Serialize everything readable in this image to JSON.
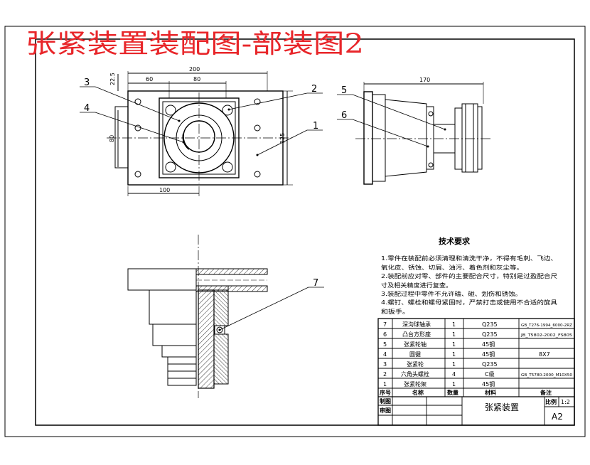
{
  "title": "张紧装置装配图-部装图2",
  "dimensions": {
    "d200": "200",
    "d60": "60",
    "d80": "80",
    "d22_5": "22.5",
    "d80v": "80",
    "d125": "125",
    "d100": "100",
    "d170": "170"
  },
  "callouts": {
    "c1": "1",
    "c2": "2",
    "c3": "3",
    "c4": "4",
    "c5": "5",
    "c6": "6",
    "c7": "7"
  },
  "tech_requirements": {
    "heading": "技术要求",
    "lines": [
      "1.零件在装配前必须清理和清洗干净，不得有毛刺、飞边、",
      "氧化皮、锈蚀、切屑、油污、着色剂和灰尘等。",
      "2.装配前应对零、部件的主要配合尺寸，特别是过盈配合尺",
      "寸及相关精度进行复查。",
      "3.装配过程中零件不允许磕、碰、划伤和锈蚀。",
      "4.螺钉、螺栓和螺母紧固时，严禁打击或使用不合适的旋具",
      "和扳手。"
    ]
  },
  "bom": {
    "rows": [
      {
        "no": "7",
        "name": "深沟球轴承",
        "qty": "1",
        "material": "Q235",
        "note": "GB_T276-1994_6000-2RZ"
      },
      {
        "no": "6",
        "name": "凸台方形座",
        "qty": "1",
        "material": "Q235",
        "note": "JB_T5802-2002_FS805"
      },
      {
        "no": "5",
        "name": "张紧轮轴",
        "qty": "1",
        "material": "45钢",
        "note": ""
      },
      {
        "no": "4",
        "name": "圆键",
        "qty": "1",
        "material": "45钢",
        "note": "8X7"
      },
      {
        "no": "3",
        "name": "张紧轮",
        "qty": "1",
        "material": "Q235",
        "note": ""
      },
      {
        "no": "2",
        "name": "六角头螺栓",
        "qty": "4",
        "material": "C级",
        "note": "GB_T5780-2000_M10X50"
      },
      {
        "no": "1",
        "name": "张紧轮架",
        "qty": "1",
        "material": "45钢",
        "note": ""
      }
    ],
    "header": {
      "no": "序号",
      "name": "名称",
      "qty": "数量",
      "material": "材料",
      "note": "备注"
    },
    "drawn_label": "制图",
    "checked_label": "审图",
    "assembly_name": "张紧装置",
    "scale_label": "比例",
    "scale_value": "1:2",
    "sheet_size": "A2"
  },
  "colors": {
    "title": "#e8262a",
    "line": "#000000",
    "leader": "#000000"
  }
}
